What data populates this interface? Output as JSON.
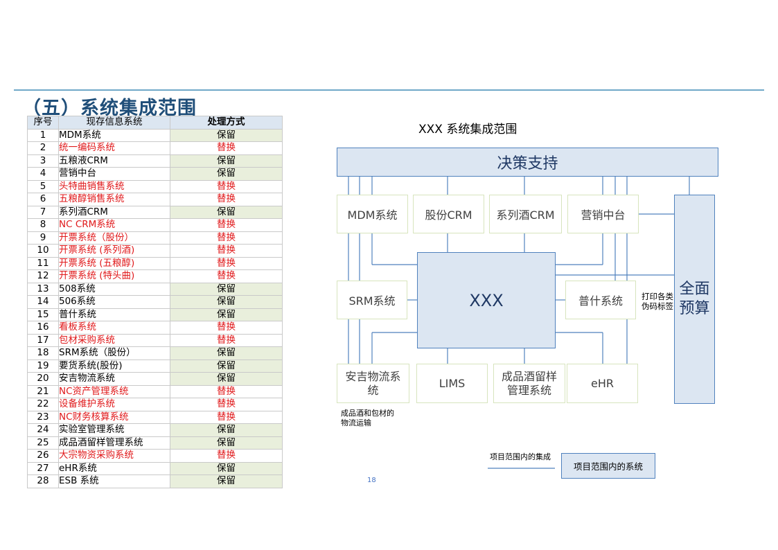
{
  "title": "（五）系统集成范围",
  "table": {
    "headers": [
      "序号",
      "现存信息系统",
      "处理方式"
    ],
    "rows": [
      {
        "n": "1",
        "name": "MDM系统",
        "method": "保留",
        "replace": false
      },
      {
        "n": "2",
        "name": "统一编码系统",
        "method": "替换",
        "replace": true
      },
      {
        "n": "3",
        "name": "五粮液CRM",
        "method": "保留",
        "replace": false
      },
      {
        "n": "4",
        "name": "营销中台",
        "method": "保留",
        "replace": false
      },
      {
        "n": "5",
        "name": "头特曲销售系统",
        "method": "替换",
        "replace": true
      },
      {
        "n": "6",
        "name": "五粮醇销售系统",
        "method": "替换",
        "replace": true
      },
      {
        "n": "7",
        "name": "系列酒CRM",
        "method": "保留",
        "replace": false
      },
      {
        "n": "8",
        "name": "NC CRM系统",
        "method": "替换",
        "replace": true
      },
      {
        "n": "9",
        "name": "开票系统（股份）",
        "method": "替换",
        "replace": true
      },
      {
        "n": "10",
        "name": "开票系统 (系列酒)",
        "method": "替换",
        "replace": true
      },
      {
        "n": "11",
        "name": "开票系统 (五粮醇)",
        "method": "替换",
        "replace": true
      },
      {
        "n": "12",
        "name": "开票系统 (特头曲)",
        "method": "替换",
        "replace": true
      },
      {
        "n": "13",
        "name": "508系统",
        "method": "保留",
        "replace": false
      },
      {
        "n": "14",
        "name": "506系统",
        "method": "保留",
        "replace": false
      },
      {
        "n": "15",
        "name": "普什系统",
        "method": "保留",
        "replace": false
      },
      {
        "n": "16",
        "name": "看板系统",
        "method": "替换",
        "replace": true
      },
      {
        "n": "17",
        "name": "包材采购系统",
        "method": "替换",
        "replace": true
      },
      {
        "n": "18",
        "name": "SRM系统（股份）",
        "method": "保留",
        "replace": false
      },
      {
        "n": "19",
        "name": "要货系统(股份)",
        "method": "保留",
        "replace": false
      },
      {
        "n": "20",
        "name": "安吉物流系统",
        "method": "保留",
        "replace": false
      },
      {
        "n": "21",
        "name": "NC资产管理系统",
        "method": "替换",
        "replace": true
      },
      {
        "n": "22",
        "name": "设备维护系统",
        "method": "替换",
        "replace": true
      },
      {
        "n": "23",
        "name": "NC财务核算系统",
        "method": "替换",
        "replace": true
      },
      {
        "n": "24",
        "name": "实验室管理系统",
        "method": "保留",
        "replace": false
      },
      {
        "n": "25",
        "name": "成品酒留样管理系统",
        "method": "保留",
        "replace": false
      },
      {
        "n": "26",
        "name": "大宗物资采购系统",
        "method": "替换",
        "replace": true
      },
      {
        "n": "27",
        "name": "eHR系统",
        "method": "保留",
        "replace": false
      },
      {
        "n": "28",
        "name": "ESB 系统",
        "method": "保留",
        "replace": false
      }
    ]
  },
  "diagram": {
    "title": "XXX 系统集成范围",
    "decision": "决策支持",
    "center": "XXX",
    "budget_line1": "全面",
    "budget_line2": "预算",
    "top_boxes": [
      "MDM系统",
      "股份CRM",
      "系列酒CRM",
      "营销中台"
    ],
    "srm": "SRM系统",
    "pushi": "普什系统",
    "bottom_boxes": [
      "安吉物流系统",
      "LIMS",
      "成品酒留样管理系统",
      "eHR"
    ],
    "note_print_1": "打印各类",
    "note_print_2": "伪码标签",
    "note_logistics_1": "成品酒和包材的",
    "note_logistics_2": "物流运输",
    "legend_line_label": "项目范围内的集成",
    "legend_box_label": "项目范围内的系统"
  },
  "page_number": "18",
  "colors": {
    "accent": "#1f4e79",
    "replace_red": "#e0191b",
    "keep_green": "#e9efdc",
    "box_blue": "#dce6f2",
    "line_blue": "#4f81bd"
  }
}
